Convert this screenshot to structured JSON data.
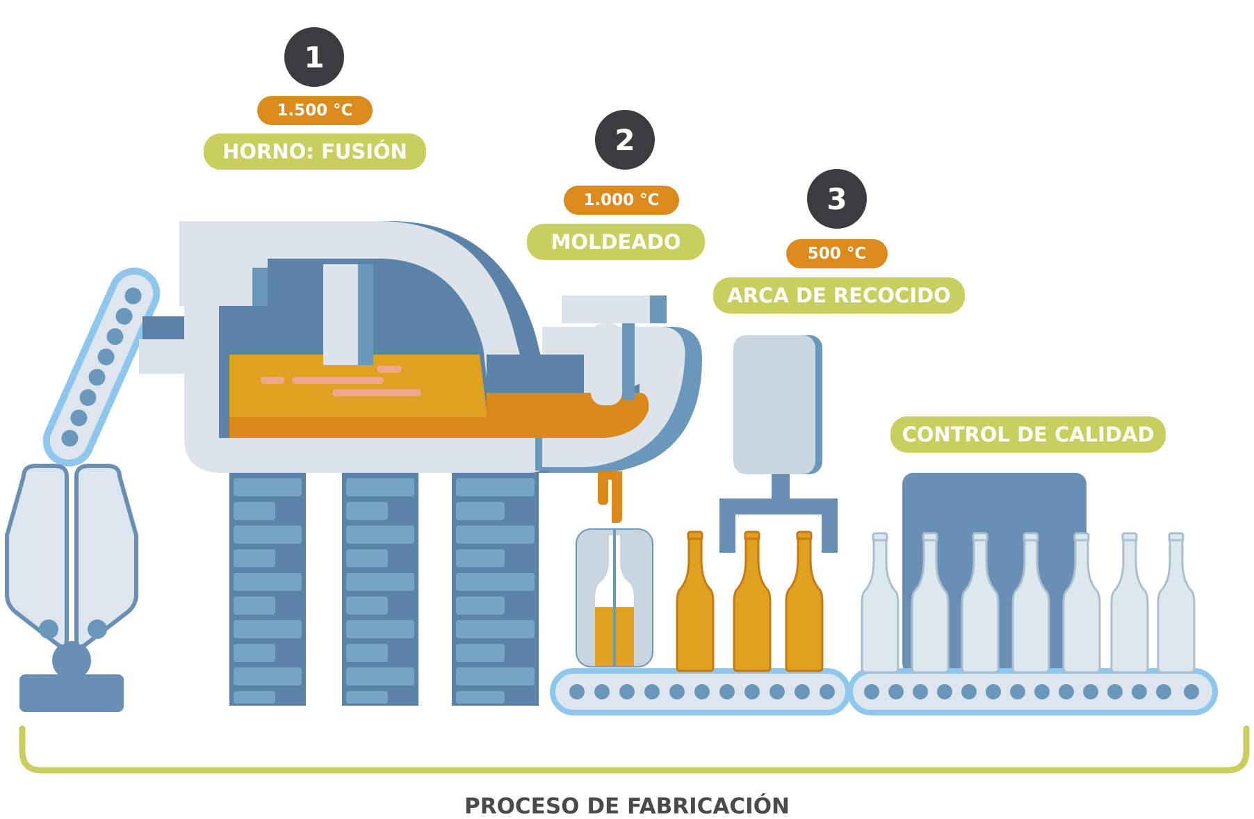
{
  "colors": {
    "dark_badge": "#3a3d3f",
    "temperature_pill": "#dc8a1c",
    "stage_pill": "#c8cf5f",
    "machine_light": "#dce3ea",
    "machine_dark": "#5b83a8",
    "brick": "#6a98ba",
    "molten_glass": "#e0a020",
    "conveyor_outline": "#8ec6ee",
    "bracket": "#c8cf5f"
  },
  "stages": [
    {
      "number": "1",
      "temperature": "1.500 °C",
      "label": "HORNO: FUSIÓN"
    },
    {
      "number": "2",
      "temperature": "1.000 °C",
      "label": "MOLDEADO"
    },
    {
      "number": "3",
      "temperature": "500 °C",
      "label": "ARCA DE RECOCIDO"
    }
  ],
  "quality_label": "CONTROL DE CALIDAD",
  "process_label": "PROCESO DE FABRICACIÓN"
}
